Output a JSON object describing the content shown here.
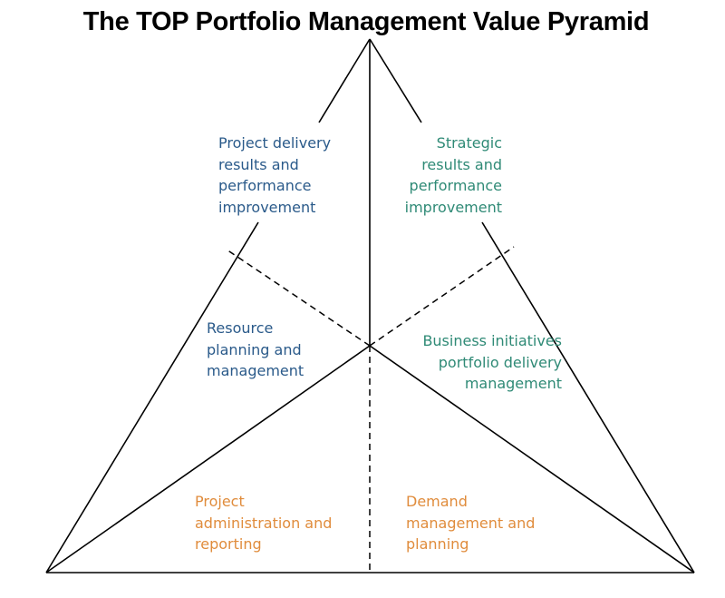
{
  "title": "The TOP Portfolio Management Value Pyramid",
  "colors": {
    "blue": "#2a5a8a",
    "teal": "#2f8a76",
    "orange": "#e08c3c",
    "lines": "#000000"
  },
  "sections": {
    "project_delivery": {
      "text": "Project delivery\nresults and\nperformance\nimprovement",
      "color": "blue"
    },
    "strategic_results": {
      "text": "Strategic\nresults and\nperformance\nimprovement",
      "color": "teal"
    },
    "resource_planning": {
      "text": "Resource\nplanning and\nmanagement",
      "color": "blue"
    },
    "business_initiatives": {
      "text": "Business initiatives\nportfolio delivery\nmanagement",
      "color": "teal"
    },
    "project_administration": {
      "text": "Project\nadministration and\nreporting",
      "color": "orange"
    },
    "demand_management": {
      "text": "Demand\nmanagement and\nplanning",
      "color": "orange"
    }
  }
}
